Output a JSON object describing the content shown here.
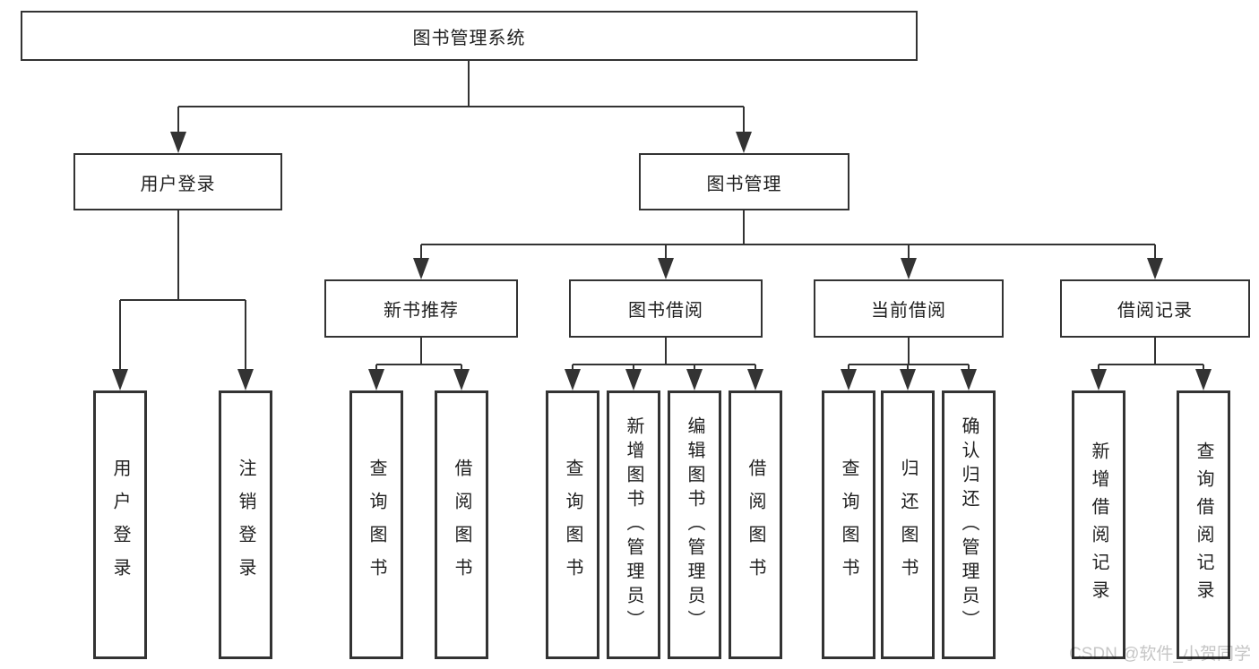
{
  "diagram": {
    "title": "图书管理系统",
    "root": {
      "label": "图书管理系统"
    },
    "branches": [
      {
        "label": "用户登录",
        "children": [
          "用户登录",
          "注销登录"
        ]
      },
      {
        "label": "图书管理",
        "groups": [
          {
            "label": "新书推荐",
            "children": [
              "查询图书",
              "借阅图书"
            ]
          },
          {
            "label": "图书借阅",
            "children": [
              "查询图书",
              "新增图书（管理员）",
              "编辑图书（管理员）",
              "借阅图书"
            ]
          },
          {
            "label": "当前借阅",
            "children": [
              "查询图书",
              "归还图书",
              "确认归还（管理员）"
            ]
          },
          {
            "label": "借阅记录",
            "children": [
              "新增借阅记录",
              "查询借阅记录"
            ]
          }
        ]
      }
    ]
  },
  "watermark": {
    "text": "CSDN @软件_小贺同学"
  },
  "colors": {
    "line": "#333333",
    "text": "#1f1f1f",
    "watermark": "#c6c6c6",
    "background": "#ffffff"
  }
}
